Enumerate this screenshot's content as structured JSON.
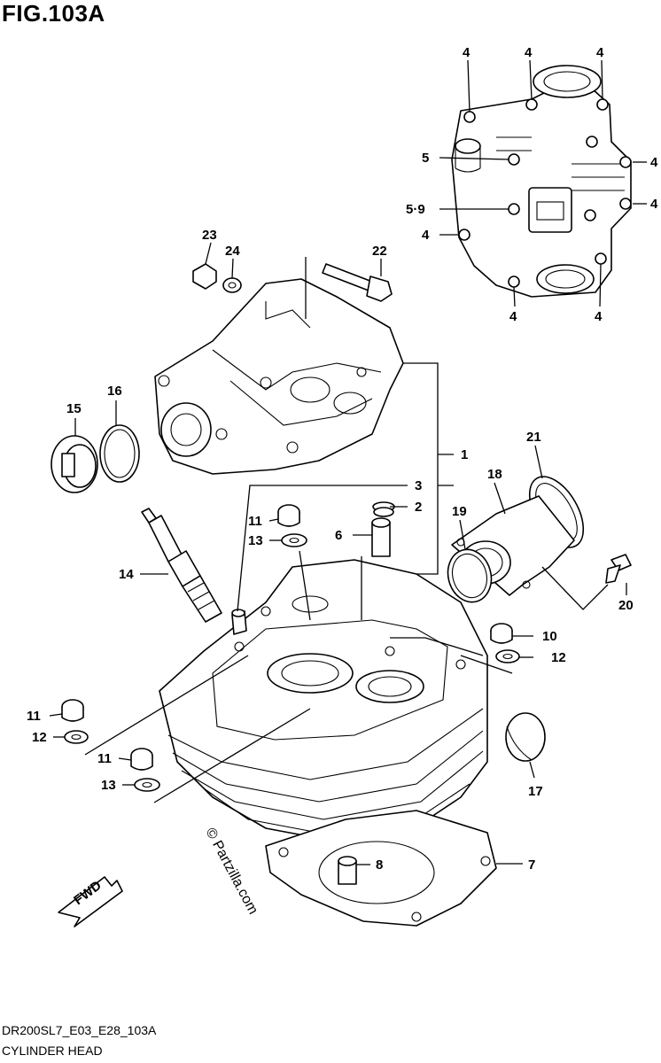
{
  "figure": {
    "title": "FIG.103A",
    "code": "DR200SL7_E03_E28_103A",
    "name": "CYLINDER HEAD",
    "watermark": "© Partzilla.com",
    "fwd_label": "FWD"
  },
  "labels": {
    "c1": "1",
    "c2": "2",
    "c3": "3",
    "c4a": "4",
    "c4b": "4",
    "c4c": "4",
    "c4d": "4",
    "c4e": "4",
    "c4f": "4",
    "c4g": "4",
    "c4h": "4",
    "c5": "5",
    "c59": "5·9",
    "c6": "6",
    "c7": "7",
    "c8": "8",
    "c10": "10",
    "c11a": "11",
    "c11b": "11",
    "c11c": "11",
    "c12a": "12",
    "c12b": "12",
    "c13a": "13",
    "c13b": "13",
    "c14": "14",
    "c15": "15",
    "c16": "16",
    "c17": "17",
    "c18": "18",
    "c19": "19",
    "c20": "20",
    "c21": "21",
    "c22": "22",
    "c23": "23",
    "c24": "24"
  }
}
